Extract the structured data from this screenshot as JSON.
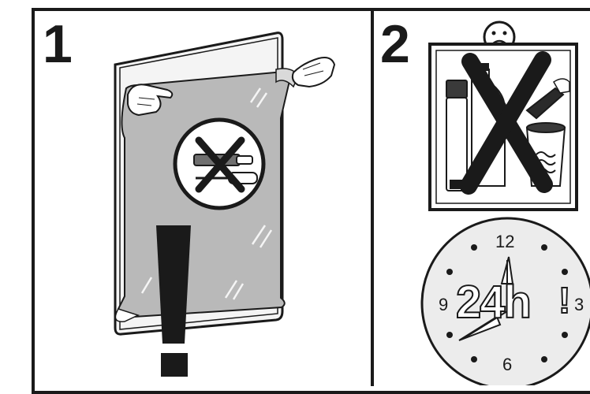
{
  "panels": [
    {
      "number": "1"
    },
    {
      "number": "2"
    }
  ],
  "clock": {
    "numerals": {
      "twelve": "12",
      "three": "3",
      "six": "6",
      "nine": "9"
    },
    "label": "24h",
    "exclamation": "!"
  },
  "colors": {
    "line": "#1a1a1a",
    "film": "#b9b9b9",
    "pane": "#f2f2f2",
    "background": "#ffffff"
  }
}
